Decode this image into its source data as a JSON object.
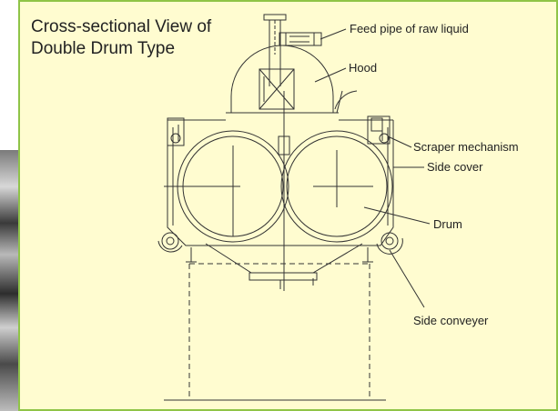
{
  "title_lines": [
    "Cross-sectional View of",
    "Double Drum Type"
  ],
  "labels": {
    "feed_pipe": "Feed pipe of raw liquid",
    "hood": "Hood",
    "scraper": "Scraper mechanism",
    "side_cover": "Side cover",
    "drum": "Drum",
    "side_conveyer": "Side conveyer"
  },
  "colors": {
    "panel_bg": "#fffcd0",
    "panel_border": "#8fc447",
    "line": "#333333"
  }
}
